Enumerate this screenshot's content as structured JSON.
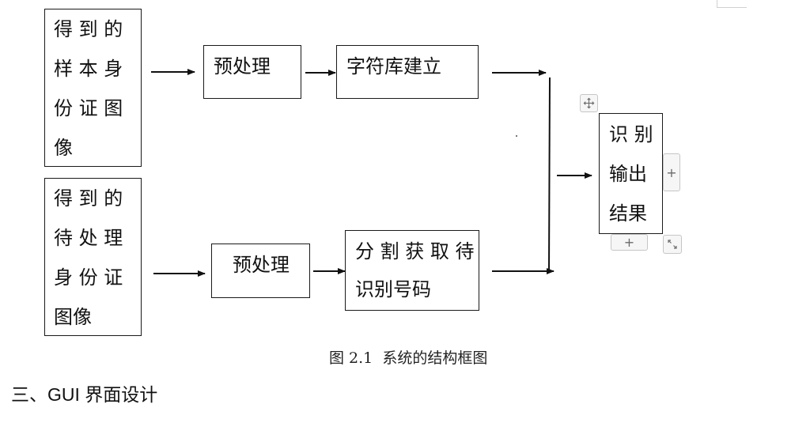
{
  "diagram": {
    "input_sample": {
      "lines": [
        "得 到 的",
        "样 本 身",
        "份 证 图",
        "像"
      ]
    },
    "input_pending": {
      "lines": [
        "得 到 的",
        "待 处 理",
        "身 份 证",
        "图像"
      ]
    },
    "preprocess_top": {
      "label": "预处理"
    },
    "char_library": {
      "label": "字符库建立"
    },
    "preprocess_bottom": {
      "label": "预处理"
    },
    "segment": {
      "lines": [
        "分 割 获 取 待",
        "识别号码"
      ]
    },
    "output": {
      "lines": [
        "识 别",
        "输出",
        "结果"
      ]
    }
  },
  "caption": "图 2.1  系统的结构框图",
  "section_heading": "三、GUI 界面设计",
  "editor_controls": {
    "move_handle": "move-icon",
    "add_column": "+",
    "add_row": "+",
    "resize_handle": "resize-icon"
  }
}
